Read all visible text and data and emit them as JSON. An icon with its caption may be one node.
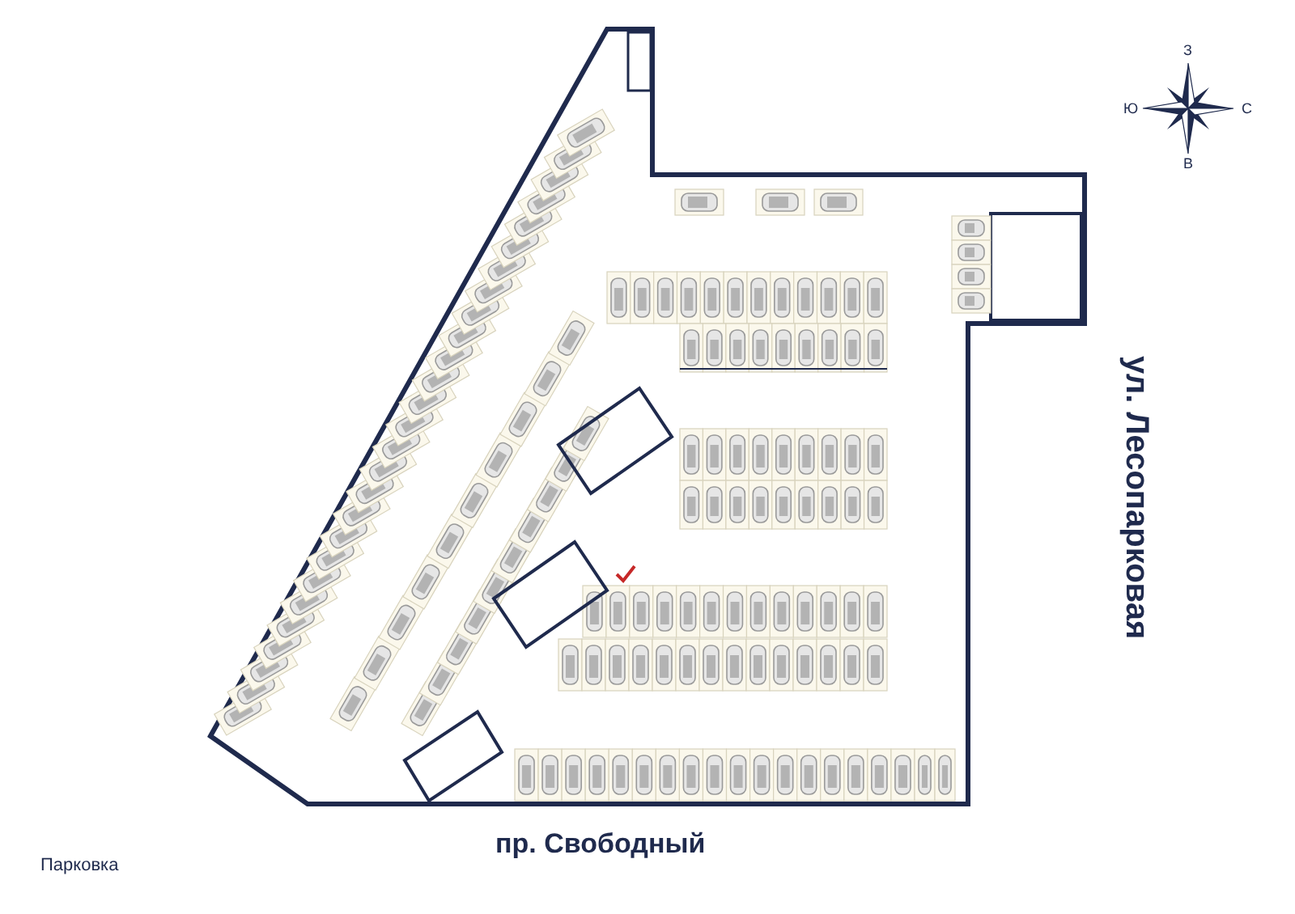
{
  "diagram": {
    "labels": [
      "З",
      "Ю",
      "С",
      "В",
      "ул. Лесопарковая",
      "пр. Свободный",
      "Парковка"
    ]
  }
}
